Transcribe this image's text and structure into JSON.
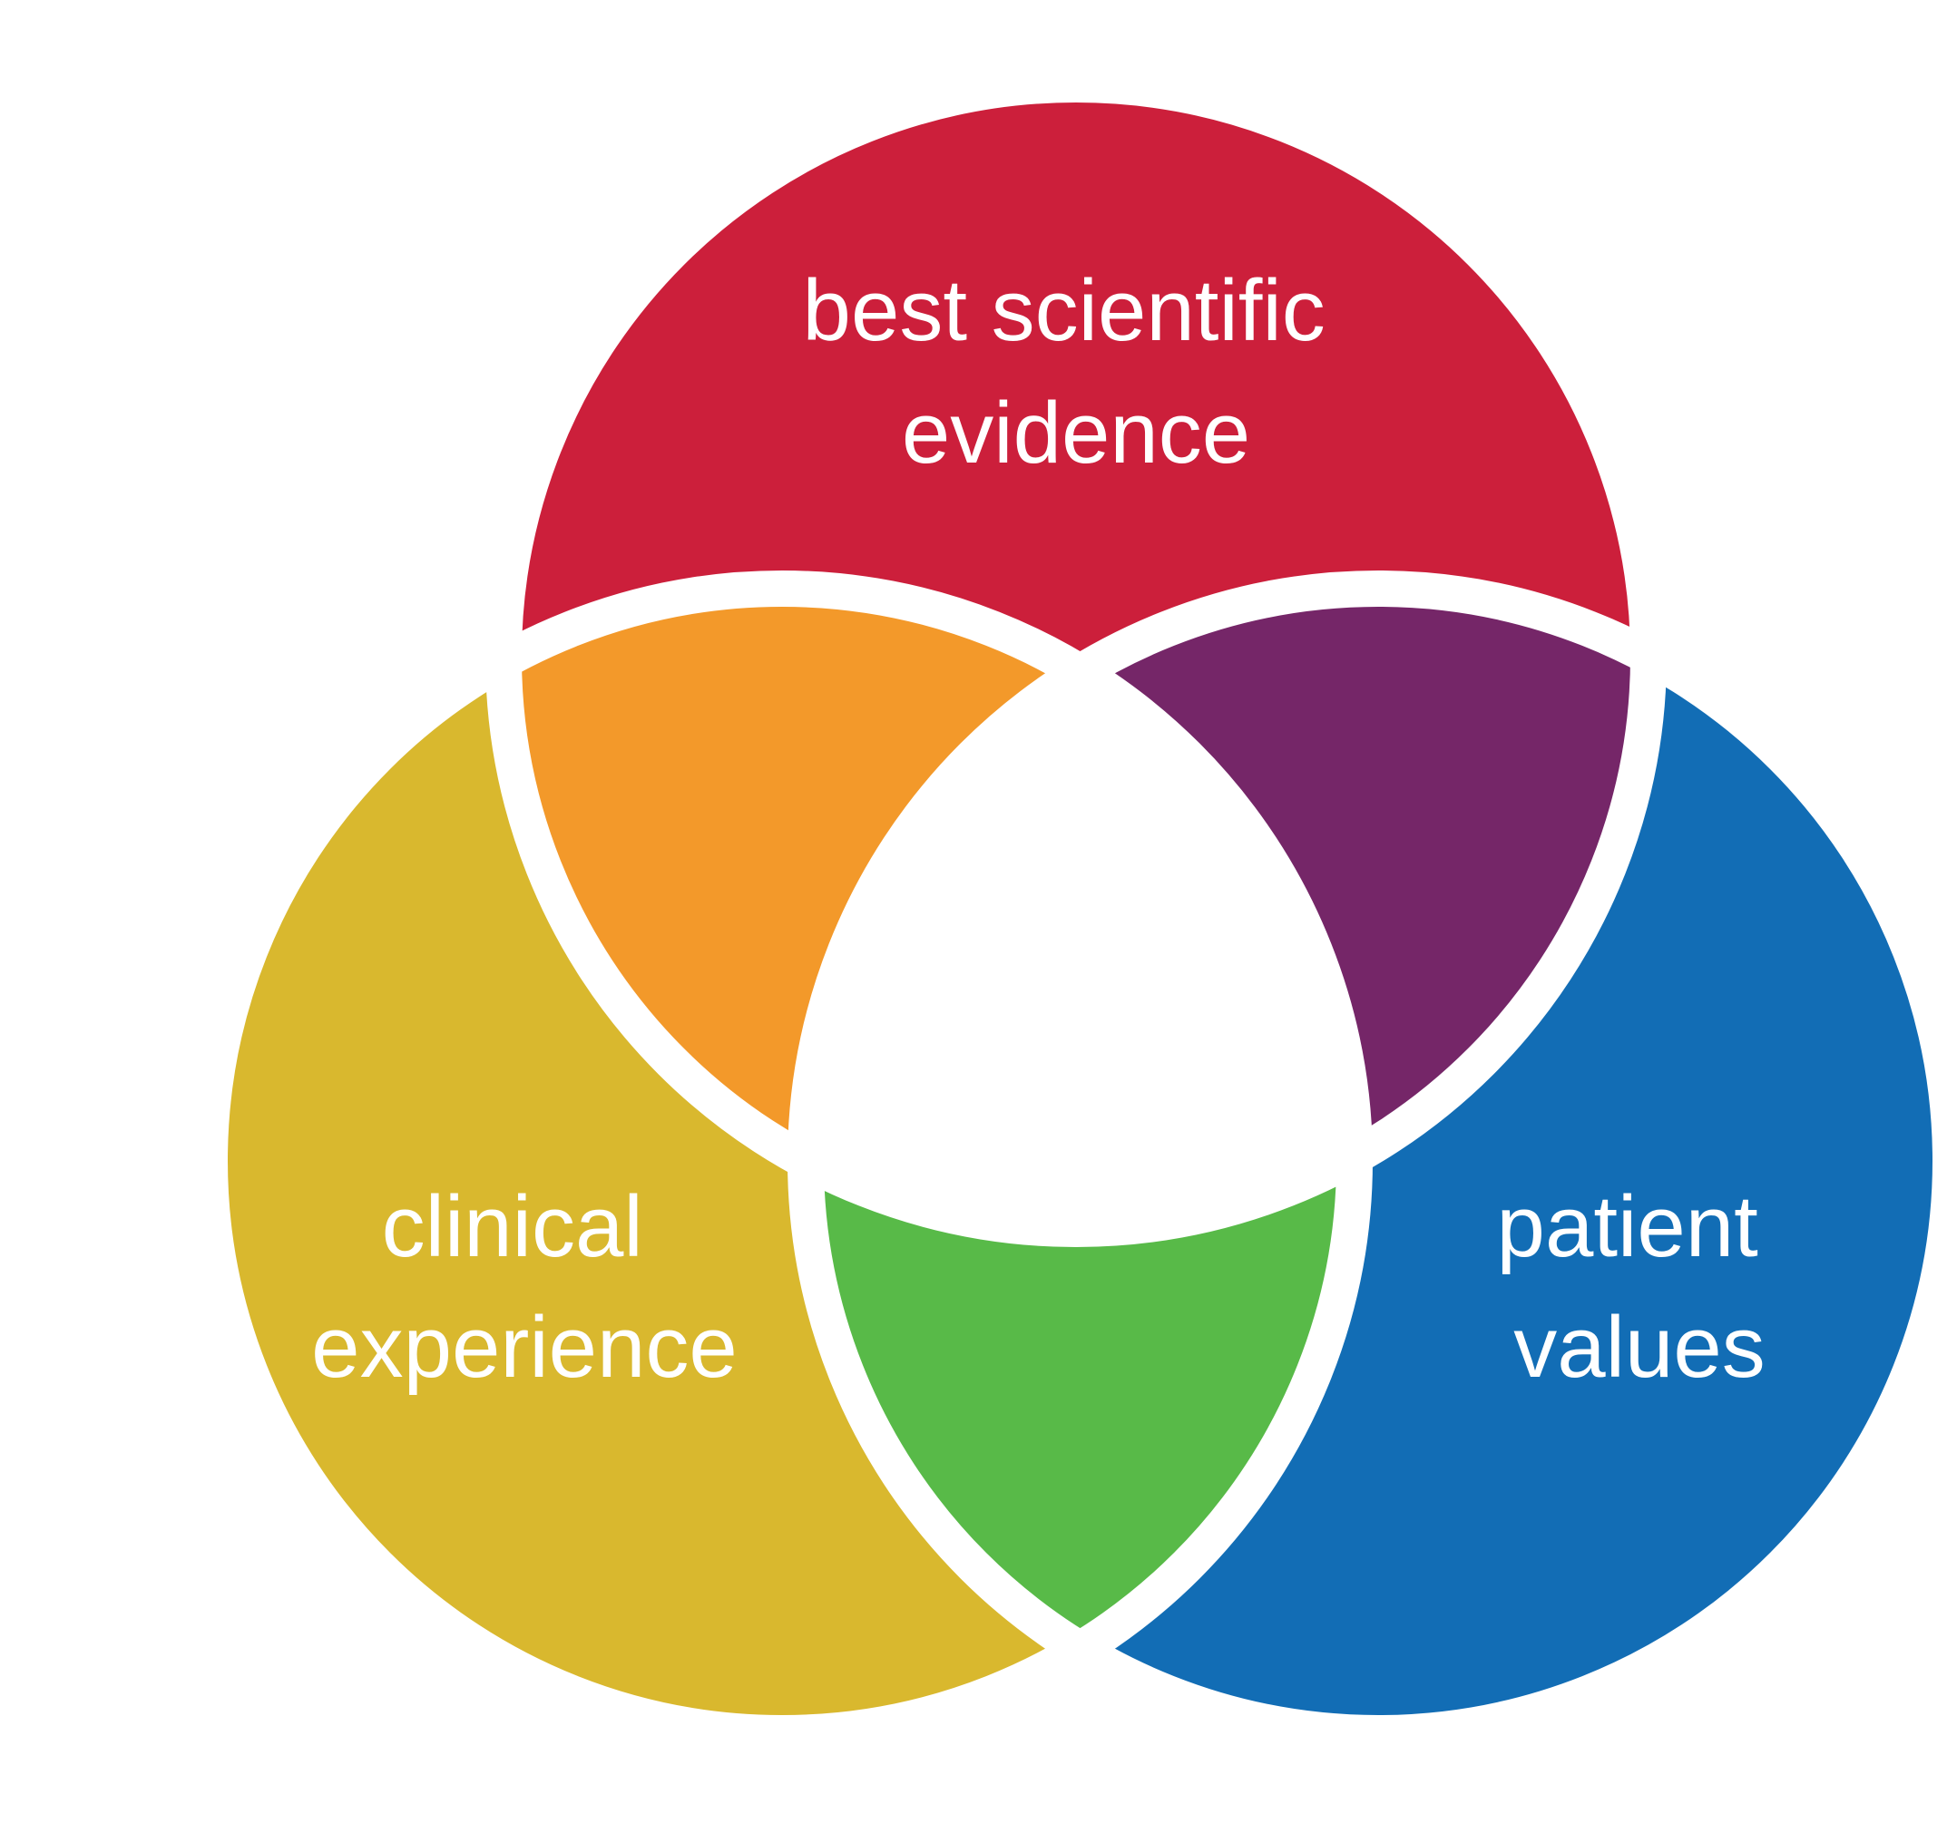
{
  "diagram": {
    "type": "venn-three-circle",
    "sets": [
      {
        "id": "top",
        "label_lines": [
          "best scientific",
          "evidence"
        ],
        "color": "#CC1F3B"
      },
      {
        "id": "left",
        "label_lines": [
          "clinical",
          "experience"
        ],
        "color": "#D9B82E"
      },
      {
        "id": "right",
        "label_lines": [
          "patient",
          "values"
        ],
        "color": "#126DB5"
      }
    ],
    "overlaps": [
      {
        "sets": [
          "top",
          "left"
        ],
        "color": "#F3992A"
      },
      {
        "sets": [
          "top",
          "right"
        ],
        "color": "#752668"
      },
      {
        "sets": [
          "left",
          "right"
        ],
        "color": "#58BA48"
      },
      {
        "sets": [
          "top",
          "left",
          "right"
        ],
        "color": "#FFFFFF"
      }
    ],
    "separator_color": "#FFFFFF"
  }
}
